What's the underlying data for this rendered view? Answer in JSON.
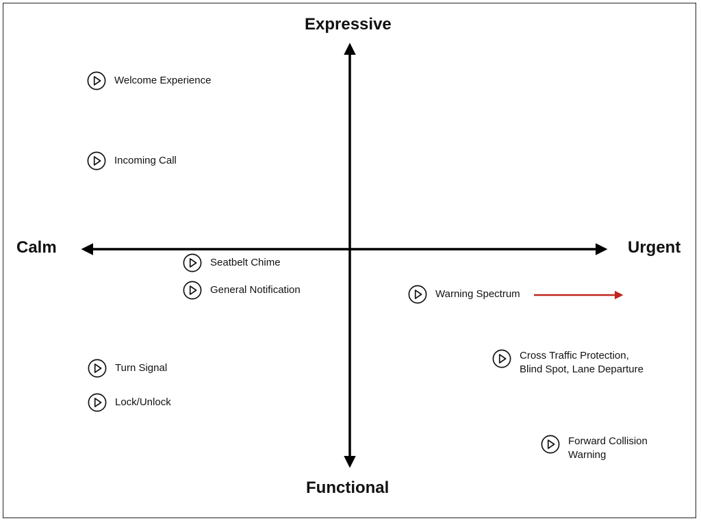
{
  "axes": {
    "top": "Expressive",
    "bottom": "Functional",
    "left": "Calm",
    "right": "Urgent"
  },
  "colors": {
    "axis": "#000000",
    "accent_arrow": "#c0261f"
  },
  "icon": "play-circle-icon",
  "items": [
    {
      "id": "welcome-experience",
      "label": "Welcome Experience"
    },
    {
      "id": "incoming-call",
      "label": "Incoming Call"
    },
    {
      "id": "seatbelt-chime",
      "label": "Seatbelt Chime"
    },
    {
      "id": "general-notification",
      "label": "General Notification"
    },
    {
      "id": "warning-spectrum",
      "label": "Warning Spectrum"
    },
    {
      "id": "turn-signal",
      "label": "Turn Signal"
    },
    {
      "id": "lock-unlock",
      "label": "Lock/Unlock"
    },
    {
      "id": "cross-traffic-protection",
      "label": "Cross Traffic Protection,\nBlind Spot, Lane Departure"
    },
    {
      "id": "forward-collision-warning",
      "label": "Forward Collision\nWarning"
    }
  ]
}
